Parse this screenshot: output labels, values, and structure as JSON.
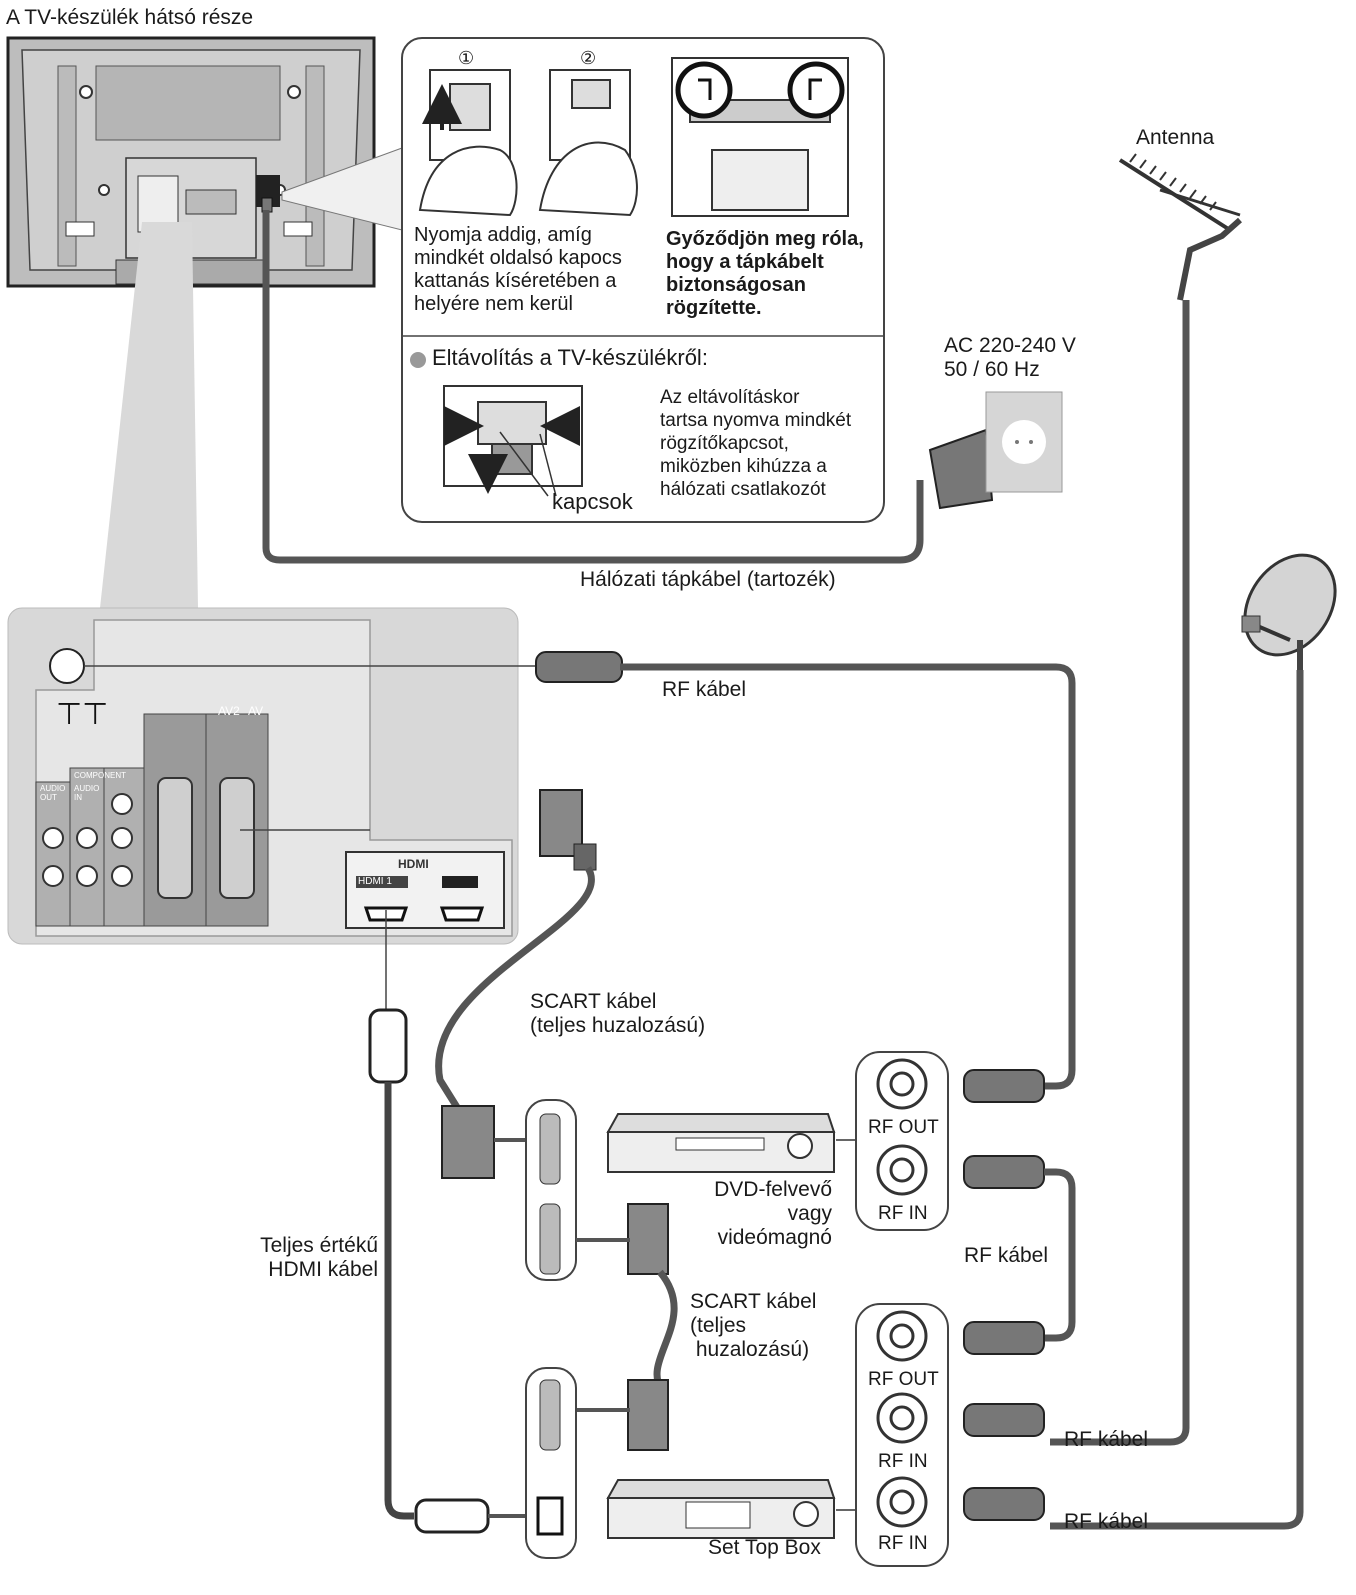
{
  "title": "A TV-készülék hátsó része",
  "inset": {
    "step1": "①",
    "step2": "②",
    "press_text": "Nyomja addig, amíg\nmindkét oldalsó kapocs\nkattanás kíséretében a\nhelyére nem kerül",
    "ensure_text": "Győződjön meg róla,\nhogy a tápkábelt\nbiztonságosan\nrögzítette.",
    "remove_title": "Eltávolítás a TV-készülékről:",
    "remove_text": "Az eltávolításkor\ntartsa nyomva mindkét\nrögzítőkapcsot,\nmiközben kihúzza a\nhálózati csatlakozót",
    "clips_label": "kapcsok"
  },
  "power": {
    "voltage": "AC 220-240 V\n50 / 60 Hz",
    "cable_label": "Hálózati tápkábel (tartozék)"
  },
  "antenna_label": "Antenna",
  "panel": {
    "av2_label": "AV2",
    "av1_label": "AV",
    "component_label": "COMPONENT",
    "audio_out_label": "AUDIO\nOUT",
    "audio_in_label": "AUDIO\nIN",
    "hdmi_logo": "HDMI",
    "hdmi1_label": "HDMI 1"
  },
  "cables": {
    "rf_cable_top": "RF kábel",
    "scart_cable_1": "SCART kábel\n(teljes huzalozású)",
    "hdmi_cable": "Teljes értékű\nHDMI kábel",
    "rf_cable_mid": "RF kábel",
    "scart_cable_2": "SCART kábel\n(teljes\n huzalozású)",
    "rf_cable_antenna": "RF kábel",
    "rf_cable_dish": "RF kábel"
  },
  "devices": {
    "dvd_label": "DVD-felvevő\nvagy\nvideómagnó",
    "stb_label": "Set Top Box"
  },
  "ports": {
    "dvd_rf_out": "RF OUT",
    "dvd_rf_in": "RF IN",
    "stb_rf_out": "RF OUT",
    "stb_rf_in1": "RF IN",
    "stb_rf_in2": "RF IN"
  }
}
